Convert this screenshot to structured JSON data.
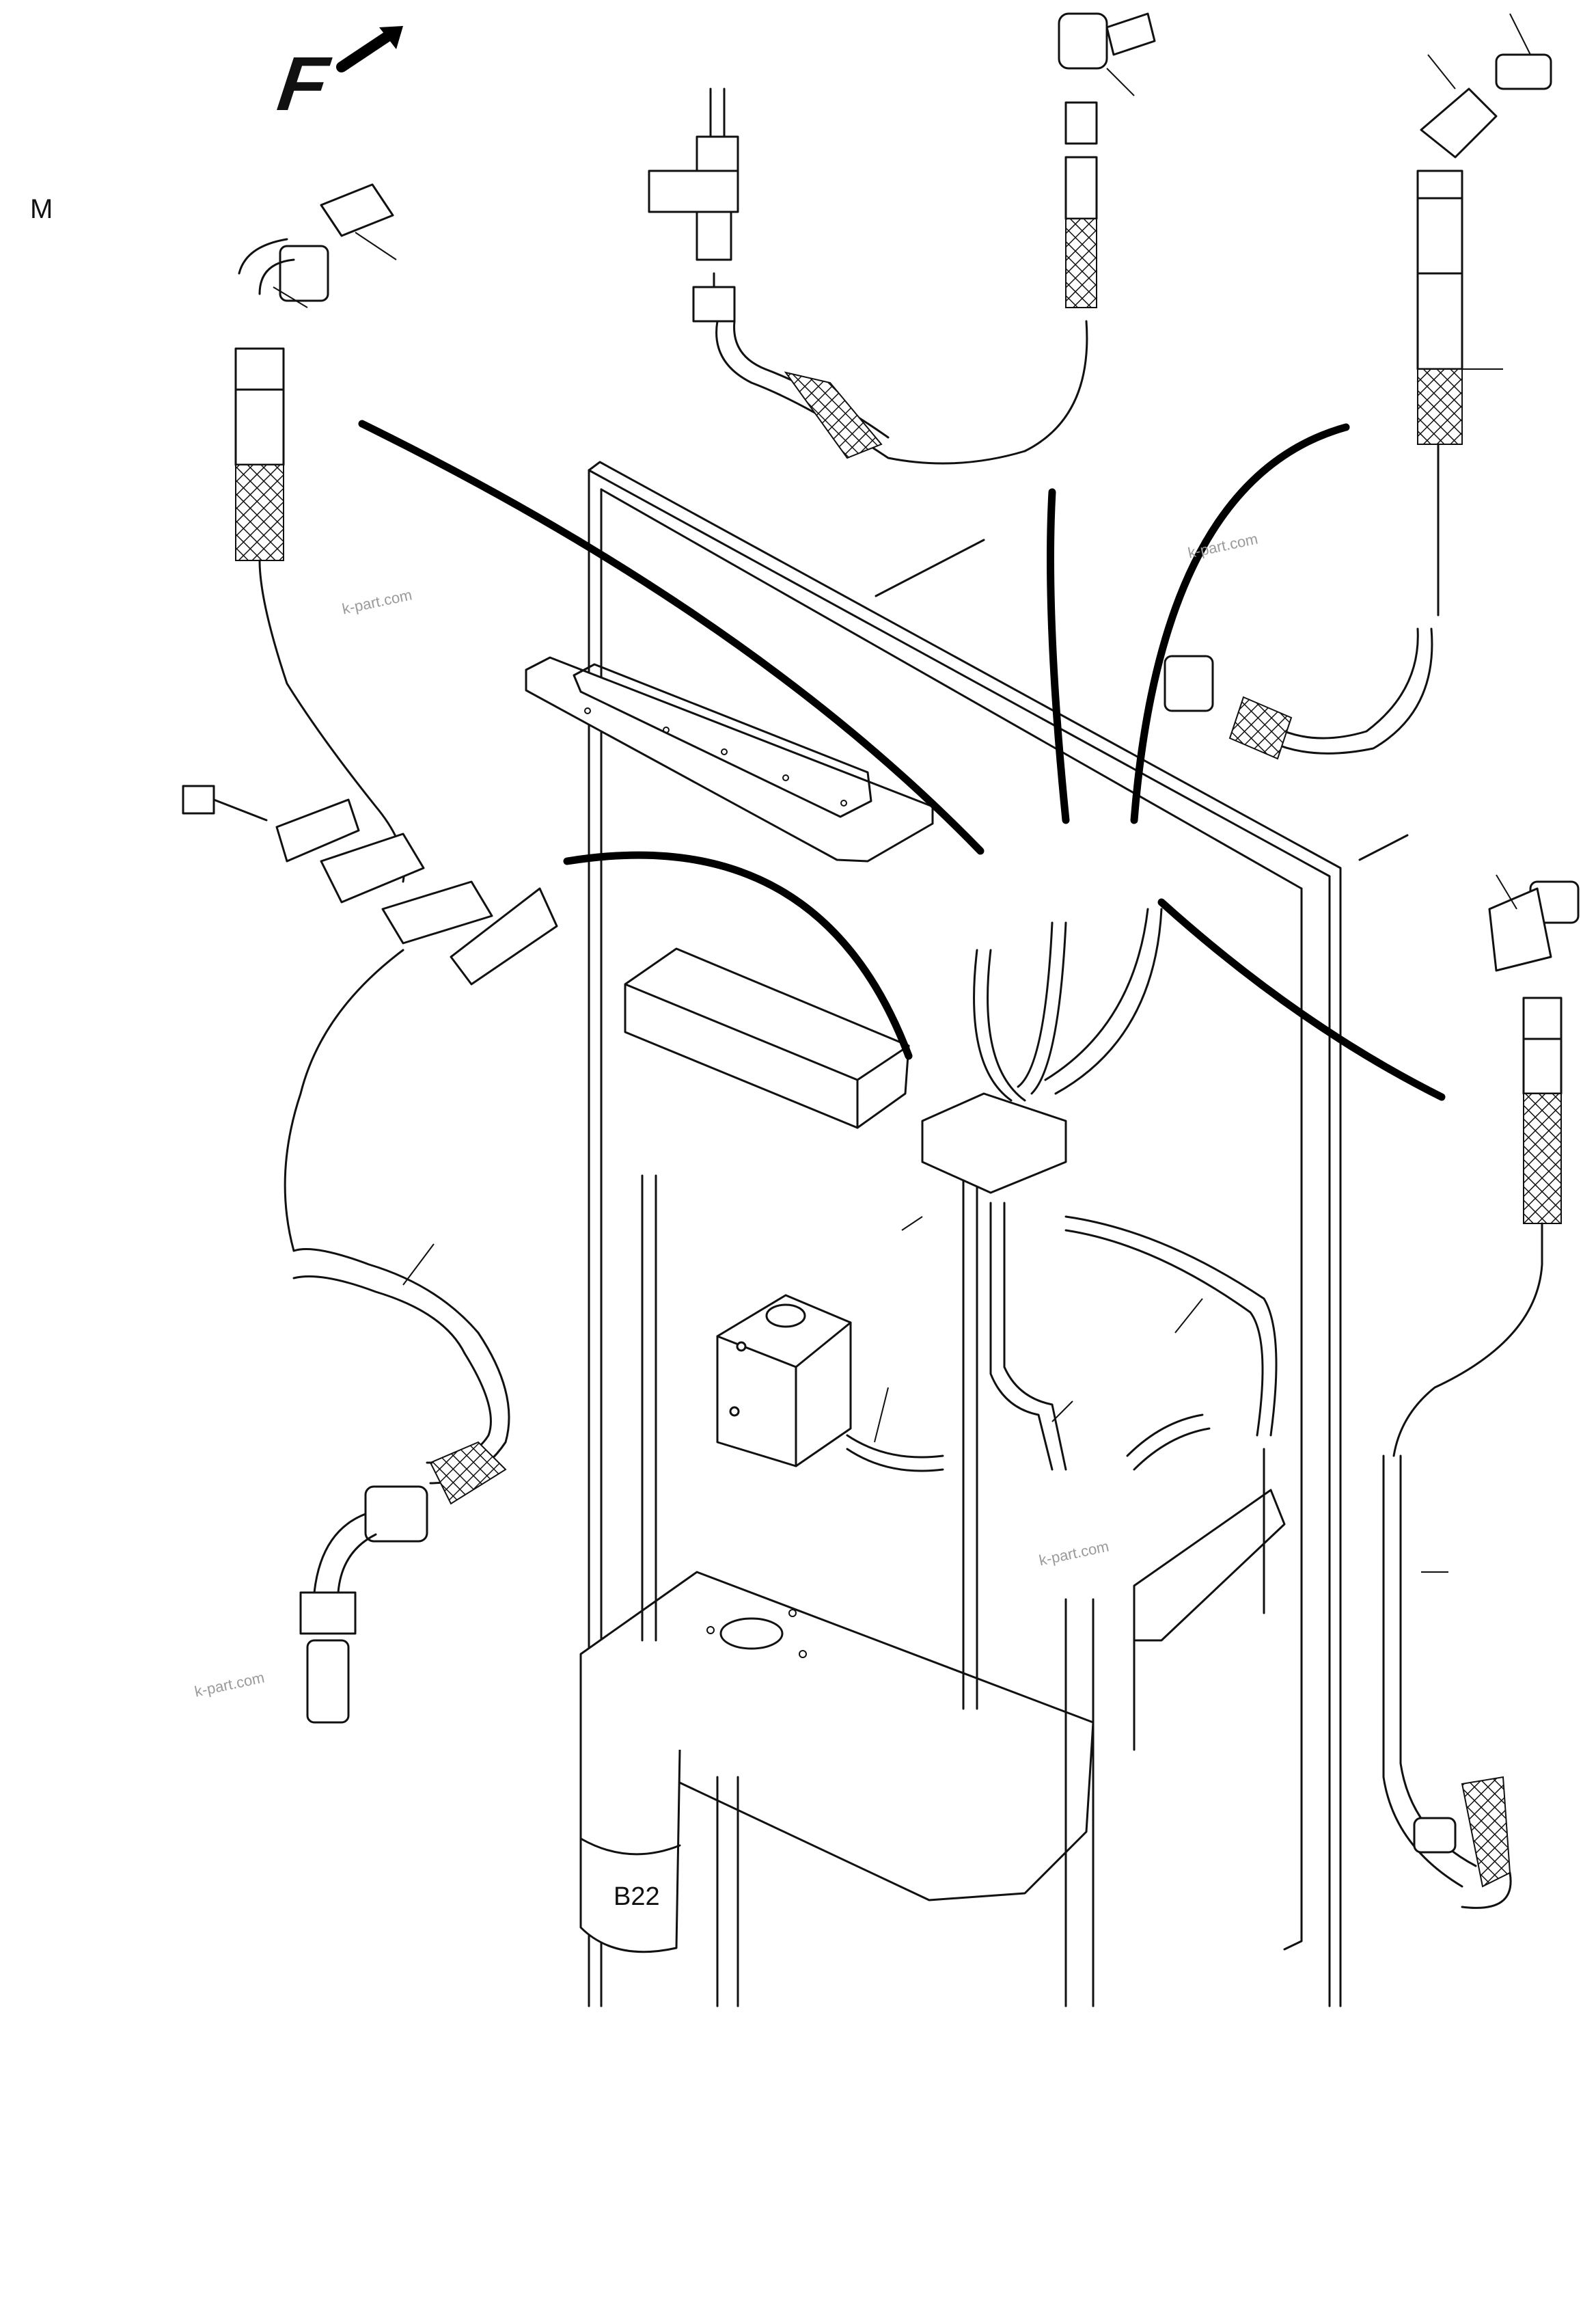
{
  "diagram": {
    "view_letter": "M",
    "forward_marker": "F",
    "component_label": "B22",
    "watermarks": [
      "k-part.com",
      "k-part.com",
      "k-part.com",
      "k-part.com"
    ]
  }
}
